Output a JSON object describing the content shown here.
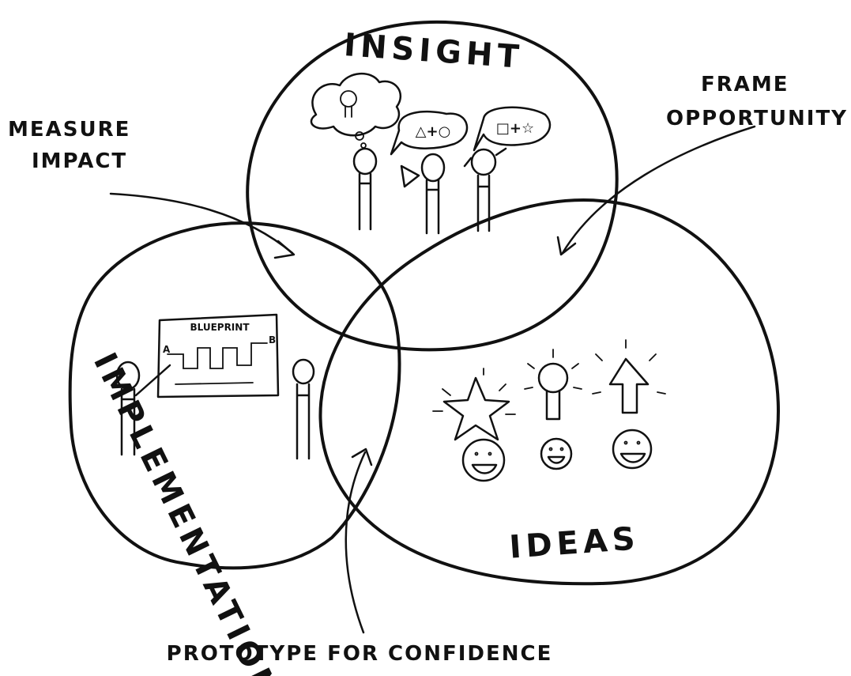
{
  "circles": {
    "insight": "INSIGHT",
    "ideas": "IDEAS",
    "implementation": "IMPLEMENTATION"
  },
  "annotations": {
    "measure_impact_line1": "MEASURE",
    "measure_impact_line2": "IMPACT",
    "frame_opportunity_line1": "FRAME",
    "frame_opportunity_line2": "OPPORTUNITY",
    "prototype": "PROTOTYPE FOR CONFIDENCE"
  },
  "blueprint": {
    "title": "BLUEPRINT",
    "start": "A",
    "end": "B"
  },
  "bubbles": {
    "shapes_left": "△+○",
    "shapes_right": "□+☆"
  },
  "colors": {
    "ink": "#111111",
    "paper": "#ffffff"
  }
}
